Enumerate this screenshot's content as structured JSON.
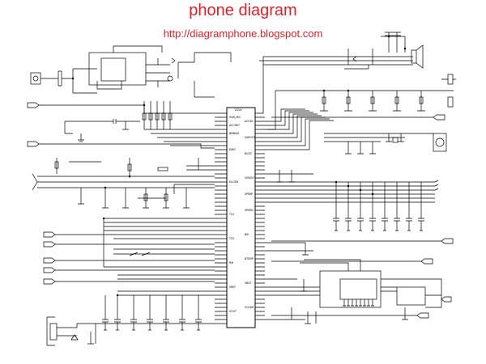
{
  "header": {
    "title": "phone diagram",
    "url": "http://diagramphone.blogspot.com"
  },
  "colors": {
    "title": "#e1202a",
    "ink": "#000000",
    "background": "#ffffff"
  },
  "schematic": {
    "ic_label": "D200",
    "left_port_labels": [
      "HAR_MIC",
      "ACCDET",
      "BMBIAS",
      "DMIC",
      "DLGEN",
      "TX1",
      "TX2",
      "RXI",
      "VREF",
      "VOUT"
    ],
    "right_port_labels": [
      "ACCID",
      "EAROUT",
      "BUZZ",
      "GENOUT",
      "SPKRP",
      "SPKRN",
      "BSI",
      "BTEMP",
      "VBAT",
      "VCHAR"
    ]
  }
}
